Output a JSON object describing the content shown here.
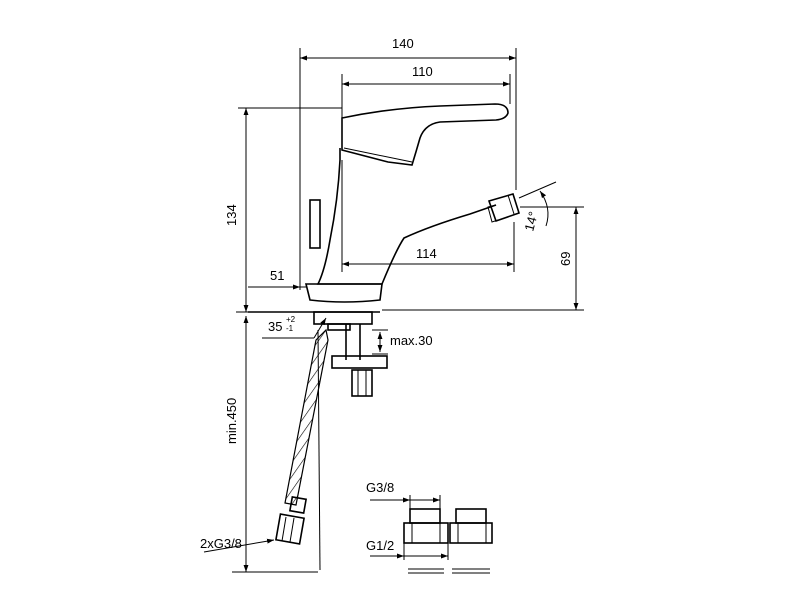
{
  "dimensions": {
    "overall_width": "140",
    "spout_reach": "110",
    "height": "134",
    "inner_reach": "114",
    "lever_height": "69",
    "tilt_angle": "14°",
    "base_offset": "51",
    "bore": "35",
    "bore_tol_upper": "+2",
    "bore_tol_lower": "-1",
    "max_thickness": "max.30",
    "hose_length": "min.450",
    "hose_connection": "2xG3/8",
    "connector_top": "G3/8",
    "connector_bottom": "G1/2"
  }
}
